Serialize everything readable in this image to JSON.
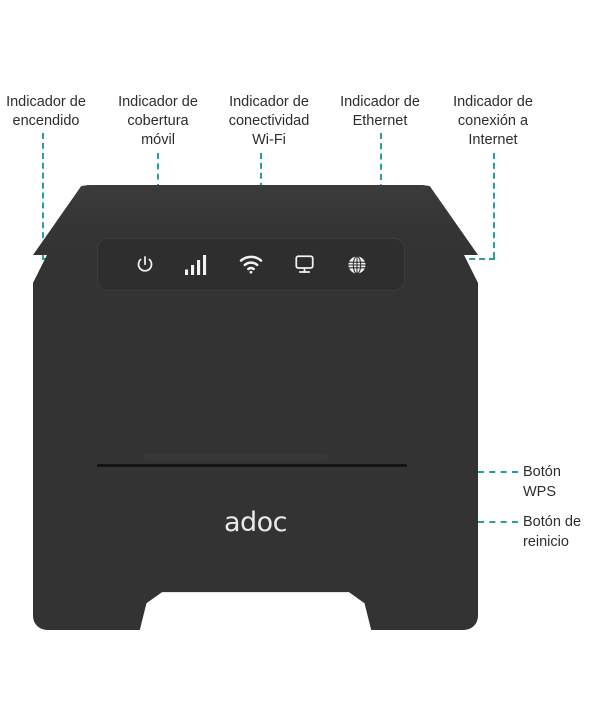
{
  "diagram": {
    "subject": "router-front-panel",
    "brand_logo": "adoc",
    "accent_color": "#2a9d9d",
    "body_color": "#333333",
    "panel_color": "#2e2e2e",
    "icon_color": "#ffffff",
    "text_color": "#2d2d2d"
  },
  "top_labels": [
    {
      "id": "power",
      "text": "Indicador de\nencendido",
      "icon": "power-icon"
    },
    {
      "id": "mobile",
      "text": "Indicador de\ncobertura\nmóvil",
      "icon": "signal-bars-icon"
    },
    {
      "id": "wifi",
      "text": "Indicador de\nconectividad\nWi-Fi",
      "icon": "wifi-icon"
    },
    {
      "id": "ethernet",
      "text": "Indicador de\nEthernet",
      "icon": "ethernet-monitor-icon"
    },
    {
      "id": "internet",
      "text": "Indicador de\nconexión a\nInternet",
      "icon": "globe-icon"
    }
  ],
  "side_labels": [
    {
      "id": "wps",
      "text": "Botón\nWPS"
    },
    {
      "id": "reset",
      "text": "Botón de\nreinicio"
    }
  ],
  "indicators": [
    {
      "name": "power-icon",
      "label": "Encendido"
    },
    {
      "name": "signal-bars-icon",
      "label": "Cobertura móvil"
    },
    {
      "name": "wifi-icon",
      "label": "Wi-Fi"
    },
    {
      "name": "ethernet-monitor-icon",
      "label": "Ethernet"
    },
    {
      "name": "globe-icon",
      "label": "Internet"
    }
  ]
}
